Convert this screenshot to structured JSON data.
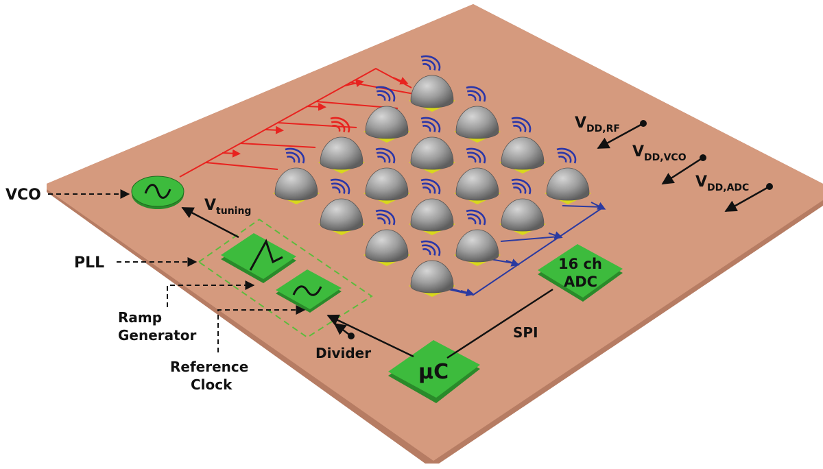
{
  "labels": {
    "vco": "VCO",
    "vtuning_main": "V",
    "vtuning_sub": "tuning",
    "pll": "PLL",
    "ramp_line1": "Ramp",
    "ramp_line2": "Generator",
    "ref_line1": "Reference",
    "ref_line2": "Clock",
    "divider": "Divider",
    "spi": "SPI",
    "uc": "µC",
    "adc_line1": "16 ch",
    "adc_line2": "ADC",
    "vdd_rf_main": "V",
    "vdd_rf_sub": "DD,RF",
    "vdd_vco_main": "V",
    "vdd_vco_sub": "DD,VCO",
    "vdd_adc_main": "V",
    "vdd_adc_sub": "DD,ADC"
  },
  "colors": {
    "board": "#d59a7e",
    "board_edge": "#b67c63",
    "block_green": "#3dbb3d",
    "block_green_dark": "#2a8a2a",
    "rf_line": "#e8231f",
    "if_line": "#2b3aa0",
    "dome": "#9a9a9a",
    "pad": "#d8d81c",
    "wave_blue": "#2a36a8",
    "wave_red": "#e8231f"
  },
  "antenna_array": {
    "rows": 4,
    "cols": 4,
    "active_element": "top-left"
  }
}
